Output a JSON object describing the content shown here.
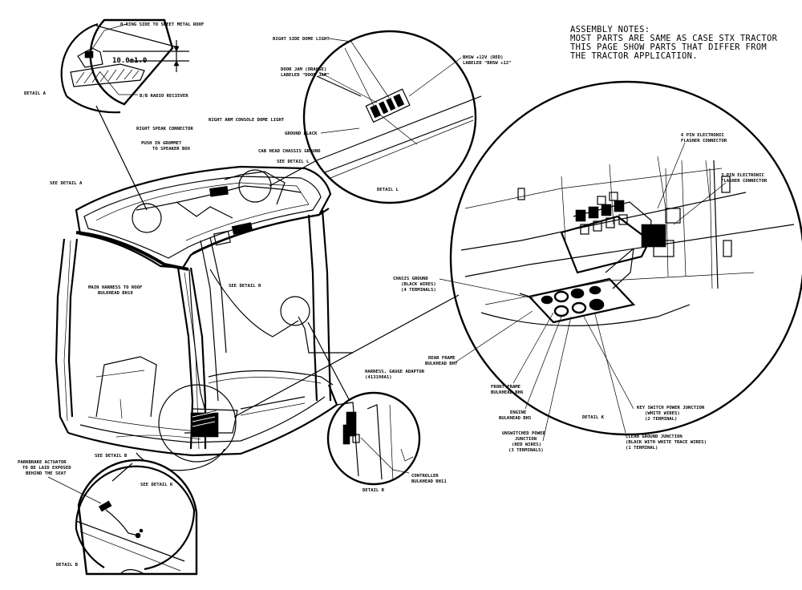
{
  "assembly_notes": {
    "heading": "ASSEMBLY NOTES:",
    "lines": [
      "MOST PARTS ARE SAME AS CASE STX TRACTOR",
      "THIS PAGE SHOW PARTS THAT DIFFER FROM",
      "THE TRACTOR APPLICATION."
    ]
  },
  "detail_a": {
    "title": "DETAIL A",
    "oring_label": "O-RING SIDE TO SHEET METAL ROOF",
    "dimension": "10.0±1.0",
    "receiver_label": "B/B RADIO RECIEVER"
  },
  "detail_l": {
    "title": "DETAIL L",
    "right_dome_light": "RIGHT SIDE DOME LIGHT",
    "door_jam_1": "DOOR JAM (ORANGE)",
    "door_jam_2": "LABELED \"DOOR JAM\"",
    "bhsw_1": "BHSW +12V (RED)",
    "bhsw_2": "LABELED \"BHSW +12\"",
    "ground": "GROUND BLACK"
  },
  "main_view": {
    "right_arm_dome": "RIGHT ARM CONSOLE DOME LIGHT",
    "right_speak": "RIGHT SPEAK CONNECTOR",
    "push_grommet_1": "PUSH IN GROMMET",
    "push_grommet_2": "TO SPEAKER BOX",
    "cab_ground": "CAB HEAD CHASSIS GROUND",
    "see_detail_l": "SEE DETAIL L",
    "see_detail_a": "SEE DETAIL A",
    "main_harness_1": "MAIN HARNESS TO ROOF",
    "main_harness_2": "BULKHEAD BH10",
    "see_detail_r": "SEE DETAIL R",
    "harness_gauge_1": "HARNESS, GAUGE ADAPTOR",
    "harness_gauge_2": "(413190A1)",
    "see_detail_b": "SEE DETAIL B",
    "see_detail_k": "SEE DETAIL K"
  },
  "detail_k": {
    "title": "DETAIL K",
    "flasher6_1": "6 PIN ELECTRONIC",
    "flasher6_2": "FLASHER CONNECTOR",
    "flasher3_1": "3 PIN ELECTRONIC",
    "flasher3_2": "FLASHER CONNECTOR",
    "chasis_1": "CHASIS GROUND",
    "chasis_2": "(BLACK WIRES)",
    "chasis_3": "(4 TERMINALS)",
    "rear_frame_1": "REAR FRAME",
    "rear_frame_2": "BULKHEAD BH7",
    "front_frame_1": "FRONT FRAME",
    "front_frame_2": "BULKHEAD BH6",
    "engine_1": "ENGINE",
    "engine_2": "BULKHEAD BH5",
    "unswitched_1": "UNSWITCHED POWER",
    "unswitched_2": "JUNCTION",
    "unswitched_3": "(RED WIRES)",
    "unswitched_4": "(3 TERMINALS)",
    "key_switch_1": "KEY SWITCH POWER JUNCTION",
    "key_switch_2": "(WHITE WIRES)",
    "key_switch_3": "(2 TERMINAL)",
    "clean_ground_1": "CLEAN GROUND JUNCTION",
    "clean_ground_2": "(BLACK WITH WHITE TRACE WIRES)",
    "clean_ground_3": "(1 TERMINAL)"
  },
  "detail_r": {
    "title": "DETAIL R",
    "controller_1": "CONTROLLER",
    "controller_2": "BULKHEAD BH11"
  },
  "detail_b": {
    "title": "DETAIL B",
    "parkbrake_1": "PARKBRAKE ACTUATOR",
    "parkbrake_2": "TO BE LAID EXPOSED",
    "parkbrake_3": "BEHIND THE SEAT"
  }
}
